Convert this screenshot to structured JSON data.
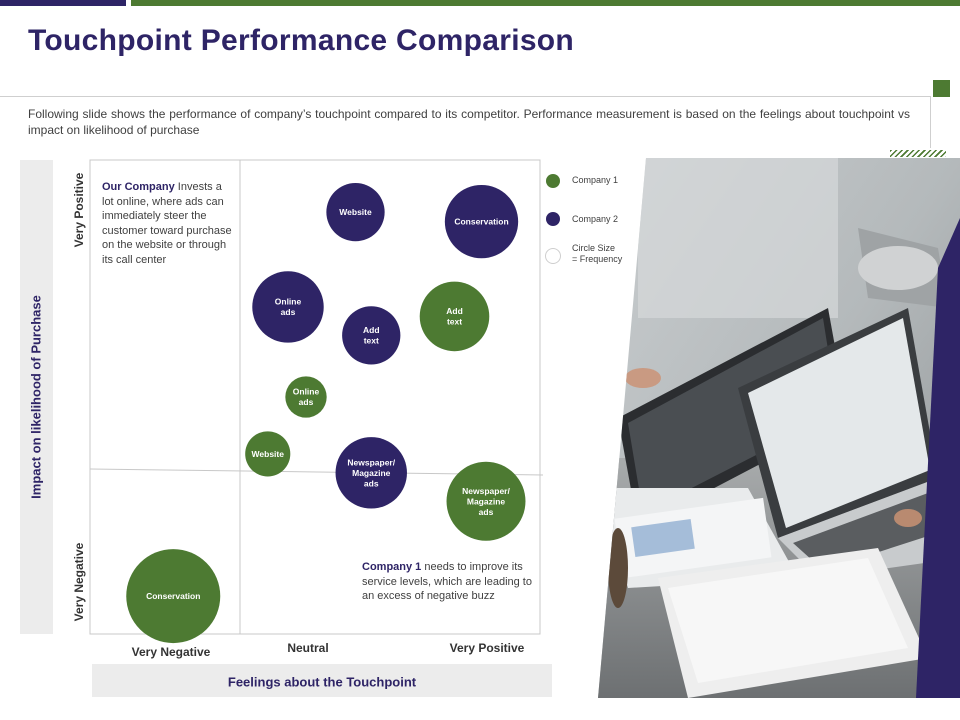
{
  "slide": {
    "title": "Touchpoint Performance Comparison",
    "description": "Following slide shows the performance  of company’s touchpoint compared to its competitor. Performance  measurement is based on the feelings about touchpoint vs impact on likelihood of purchase"
  },
  "colors": {
    "company1": "#4d7a32",
    "company2": "#2e2466",
    "title": "#2e2466"
  },
  "notes": {
    "note1": {
      "bold": "Our Company",
      "text": " Invests a lot online, where ads can immediately steer the customer toward purchase on the website or through its call center"
    },
    "note2": {
      "bold": "Company 1",
      "text": " needs to improve its service levels, which are leading to an excess of negative buzz"
    }
  },
  "legend": {
    "company1": "Company 1",
    "company2": "Company 2",
    "size_line1": "Circle Size",
    "size_line2": "= Frequency"
  },
  "chart_data": {
    "type": "scatter",
    "xlabel": "Feelings about the Touchpoint",
    "ylabel": "Impact on likelihood of Purchase",
    "x_ticks": [
      "Very Negative",
      "Neutral",
      "Very Positive"
    ],
    "y_ticks": [
      "Very Negative",
      "Very Positive"
    ],
    "xlim": [
      0,
      10
    ],
    "ylim": [
      0,
      10
    ],
    "size_meaning": "Circle Size = Frequency",
    "series": [
      {
        "name": "Company 1",
        "color": "#4d7a32",
        "points": [
          {
            "label": "Conservation",
            "x": 1.85,
            "y": 0.8,
            "size": 10
          },
          {
            "label": "Add text",
            "x": 8.1,
            "y": 6.7,
            "size": 7.4
          },
          {
            "label": "Online ads",
            "x": 4.8,
            "y": 5.0,
            "size": 4.4
          },
          {
            "label": "Website",
            "x": 3.95,
            "y": 3.8,
            "size": 4.8
          },
          {
            "label": "Newspaper/ Magazine ads",
            "x": 8.8,
            "y": 2.8,
            "size": 8.4
          }
        ]
      },
      {
        "name": "Company 2",
        "color": "#2e2466",
        "points": [
          {
            "label": "Website",
            "x": 5.9,
            "y": 8.9,
            "size": 6.2
          },
          {
            "label": "Conservation",
            "x": 8.7,
            "y": 8.7,
            "size": 7.8
          },
          {
            "label": "Online ads",
            "x": 4.4,
            "y": 6.9,
            "size": 7.6
          },
          {
            "label": "Add text",
            "x": 6.25,
            "y": 6.3,
            "size": 6.2
          },
          {
            "label": "Newspaper/ Magazine ads",
            "x": 6.25,
            "y": 3.4,
            "size": 7.6
          }
        ]
      }
    ]
  }
}
